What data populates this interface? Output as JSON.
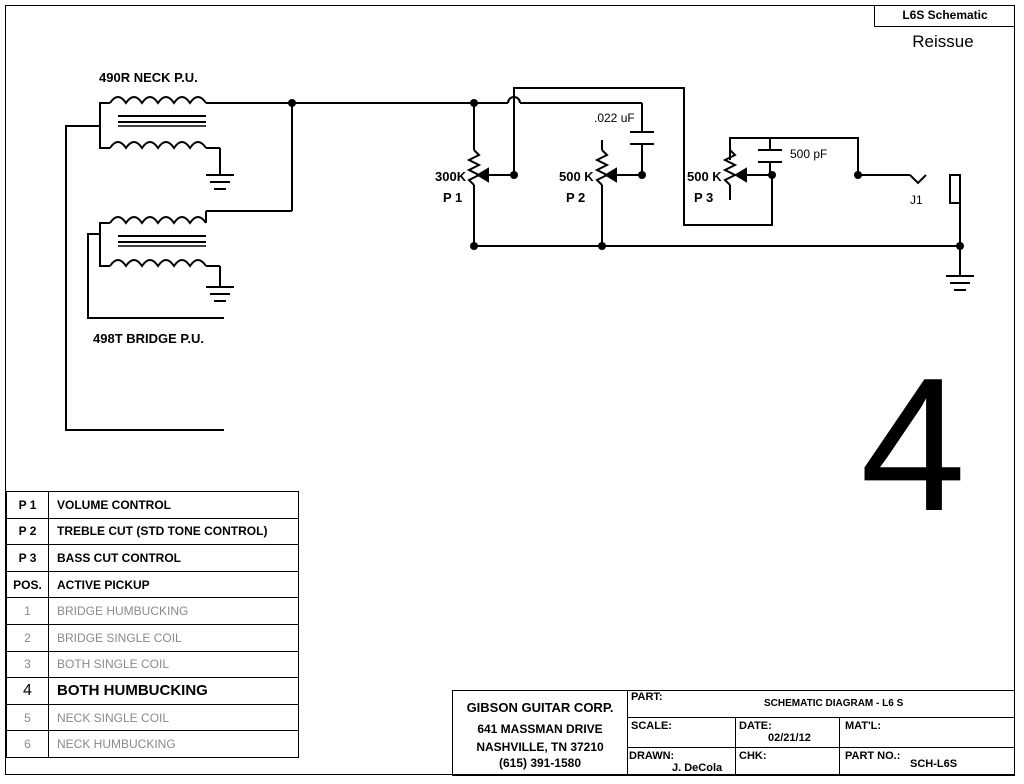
{
  "header": {
    "tab_title": "L6S Schematic",
    "subtitle": "Reissue",
    "position_number": "4"
  },
  "schematic": {
    "neck_pickup": "490R NECK P.U.",
    "bridge_pickup": "498T BRIDGE P.U.",
    "p1_value": "300K",
    "p1_name": "P 1",
    "p2_value": "500 K",
    "p2_name": "P 2",
    "p3_value": "500 K",
    "p3_name": "P 3",
    "cap_treble": ".022 uF",
    "cap_bass": "500 pF",
    "jack": "J1"
  },
  "legend": {
    "rows": [
      {
        "code": "P 1",
        "text": "VOLUME CONTROL",
        "style": "normal"
      },
      {
        "code": "P 2",
        "text": "TREBLE CUT (STD TONE CONTROL)",
        "style": "normal"
      },
      {
        "code": "P 3",
        "text": "BASS CUT CONTROL",
        "style": "normal"
      },
      {
        "code": "POS.",
        "text": "ACTIVE PICKUP",
        "style": "normal"
      },
      {
        "code": "1",
        "text": "BRIDGE HUMBUCKING",
        "style": "grey"
      },
      {
        "code": "2",
        "text": "BRIDGE SINGLE COIL",
        "style": "grey"
      },
      {
        "code": "3",
        "text": "BOTH SINGLE COIL",
        "style": "grey"
      },
      {
        "code": "4",
        "text": "BOTH HUMBUCKING",
        "style": "active"
      },
      {
        "code": "5",
        "text": "NECK SINGLE COIL",
        "style": "grey"
      },
      {
        "code": "6",
        "text": "NECK HUMBUCKING",
        "style": "grey"
      }
    ]
  },
  "title_block": {
    "company": "GIBSON GUITAR CORP.",
    "address1": "641 MASSMAN DRIVE",
    "address2": "NASHVILLE, TN 37210",
    "phone": "(615) 391-1580",
    "part_label": "PART:",
    "part_value": "SCHEMATIC DIAGRAM - L6 S",
    "scale_label": "SCALE:",
    "date_label": "DATE:",
    "date_value": "02/21/12",
    "matl_label": "MAT'L:",
    "drawn_label": "DRAWN:",
    "drawn_value": "J. DeCola",
    "chk_label": "CHK:",
    "partno_label": "PART NO.:",
    "partno_value": "SCH-L6S"
  }
}
